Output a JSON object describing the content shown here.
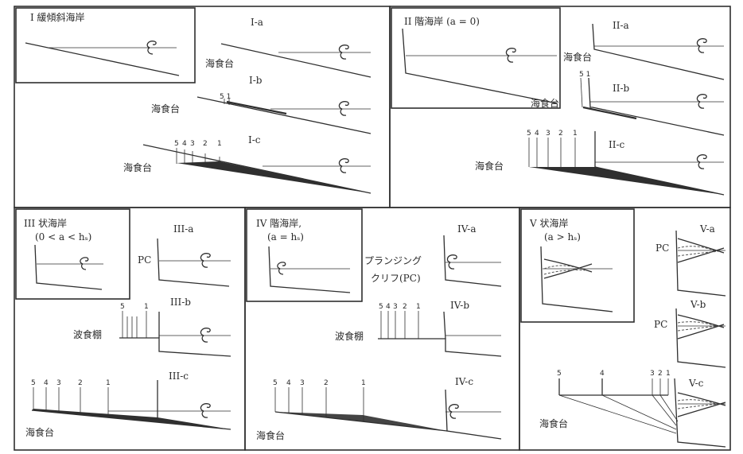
{
  "panels": {
    "I": {
      "title": "I 緩傾斜海岸",
      "a": "I-a",
      "b": "I-b",
      "c": "I-c",
      "platform": "海食台"
    },
    "II": {
      "title": "II 階海岸 (a = 0)",
      "a": "II-a",
      "b": "II-b",
      "c": "II-c",
      "platform": "海食台"
    },
    "III": {
      "title": "III 状海岸",
      "cond": "(0 < a < hₛ)",
      "a": "III-a",
      "b": "III-b",
      "c": "III-c",
      "pc": "PC",
      "bench": "波食棚",
      "platform": "海食台"
    },
    "IV": {
      "title": "IV 階海岸,",
      "cond": "(a = hₛ)",
      "a": "IV-a",
      "b": "IV-b",
      "c": "IV-c",
      "plunging1": "プランジング",
      "plunging2": "クリフ(PC)",
      "bench": "波食棚",
      "platform": "海食台"
    },
    "V": {
      "title": "V 状海岸",
      "cond": "(a > hₛ)",
      "a": "V-a",
      "b": "V-b",
      "c": "V-c",
      "pc": "PC",
      "platform": "海食台"
    }
  },
  "numbers": {
    "Ib": "5 1",
    "Ic": [
      "5",
      "4",
      "3",
      "2",
      "1"
    ],
    "IIb": "5 1",
    "IIc": [
      "5",
      "4",
      "3",
      "2",
      "1"
    ],
    "IIIb": [
      "5",
      "1"
    ],
    "IIIc": [
      "5",
      "4",
      "3",
      "2",
      "1"
    ],
    "IVb": [
      "5",
      "4",
      "3",
      "2",
      "1"
    ],
    "IVc": [
      "5",
      "4",
      "3",
      "2",
      "1"
    ],
    "Vc": [
      "5",
      "4",
      "3",
      "2",
      "1"
    ]
  }
}
